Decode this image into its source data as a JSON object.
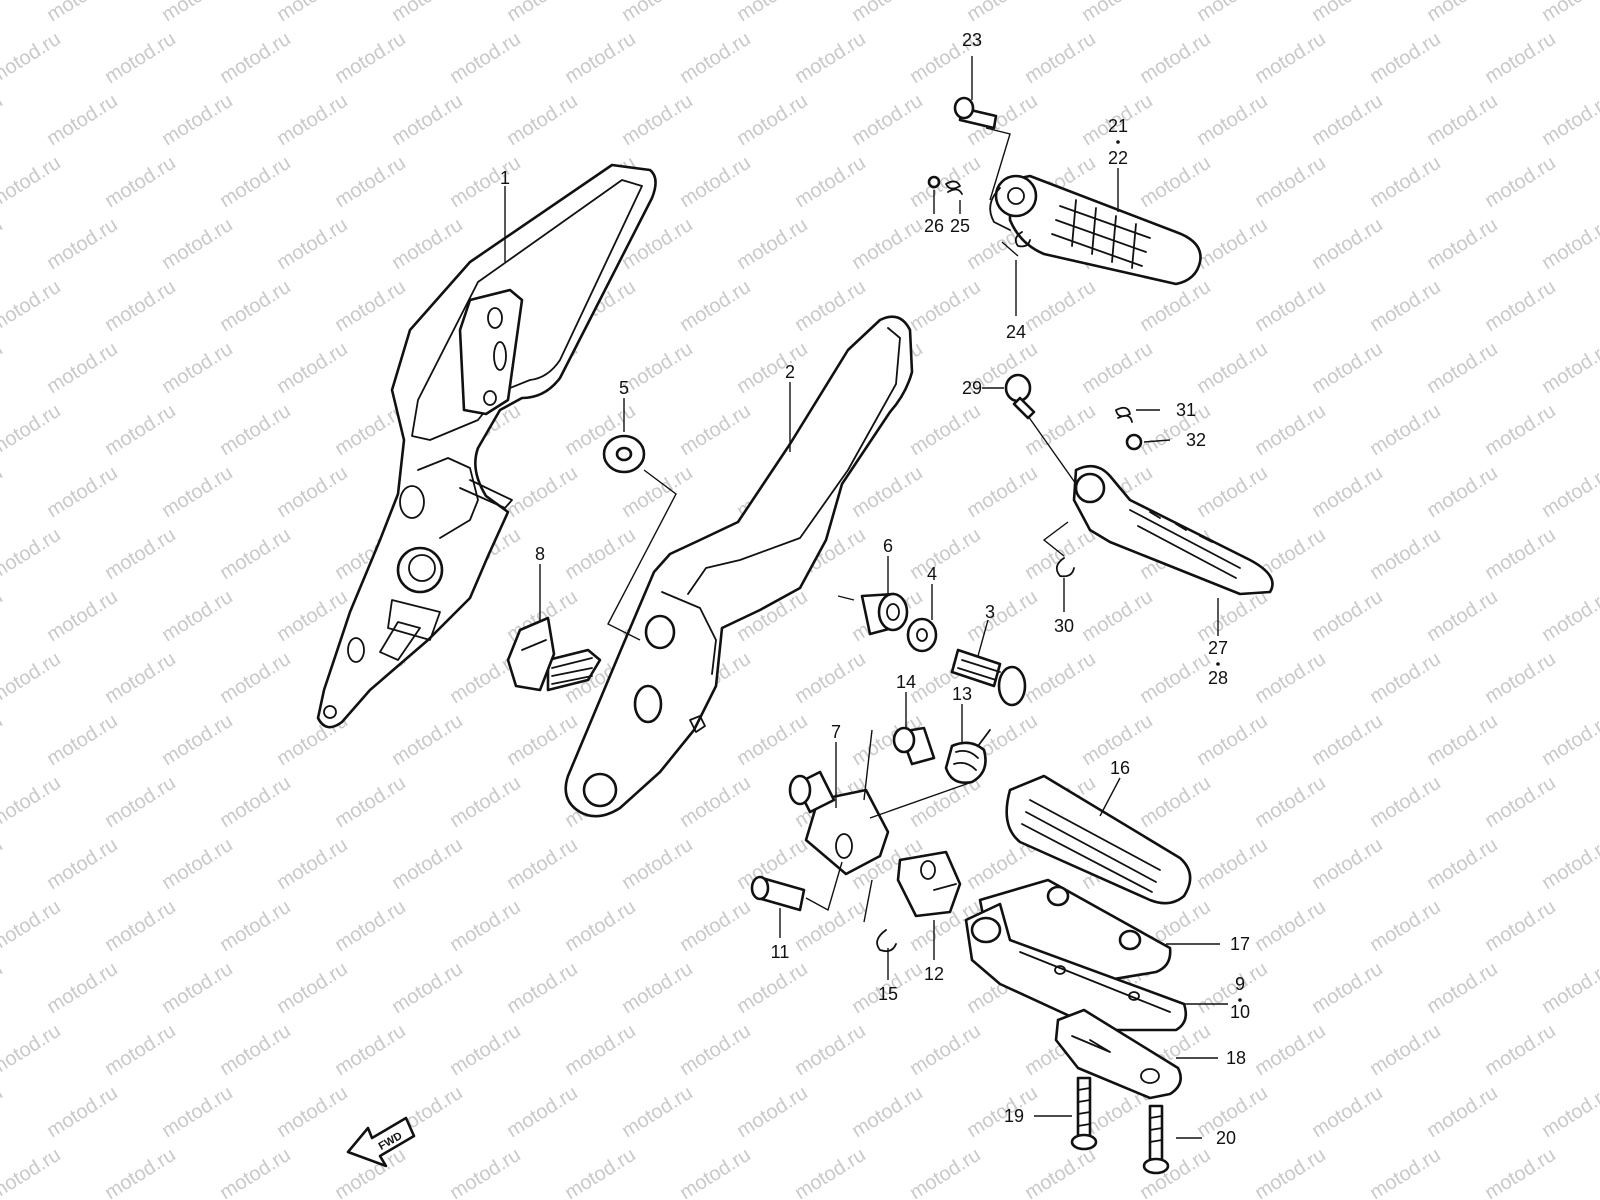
{
  "watermark": "motod.ru",
  "fwd_label": "FWD",
  "callouts": {
    "p1": "1",
    "p2": "2",
    "p3": "3",
    "p4": "4",
    "p5": "5",
    "p6": "6",
    "p7": "7",
    "p8": "8",
    "p9": "9",
    "p10": "10",
    "p11": "11",
    "p12": "12",
    "p13": "13",
    "p14": "14",
    "p15": "15",
    "p16": "16",
    "p17": "17",
    "p18": "18",
    "p19": "19",
    "p20": "20",
    "p21": "21",
    "p22": "22",
    "p23": "23",
    "p24": "24",
    "p25": "25",
    "p26": "26",
    "p27": "27",
    "p28": "28",
    "p29": "29",
    "p30": "30",
    "p31": "31",
    "p32": "32"
  }
}
